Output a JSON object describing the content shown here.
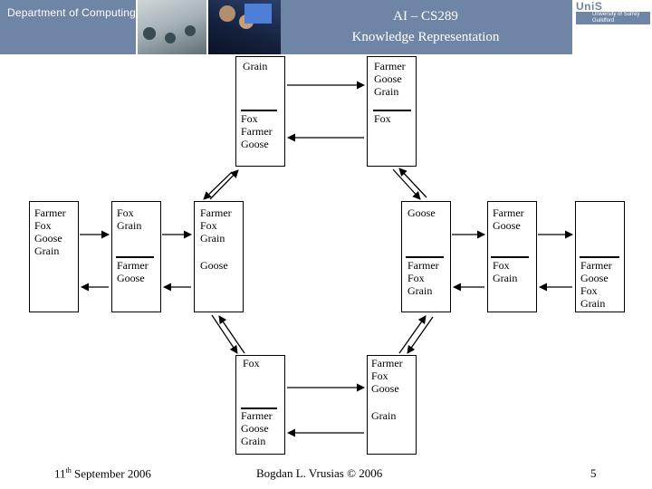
{
  "header": {
    "dept": "Department of Computing",
    "title_line1": "AI – CS289",
    "title_line2": "Knowledge Representation",
    "logo_mark": "UniS",
    "logo_text_line1": "University of Surrey",
    "logo_text_line2": "Guildford"
  },
  "diagram": {
    "top_box": {
      "left_label": "Grain",
      "right_top_label": "Farmer\nGoose\nGrain",
      "left_bottom_label": "Fox\nFarmer\nGoose",
      "right_bottom_label": "Fox"
    },
    "start_box": {
      "label": "Farmer\nFox\nGoose\nGrain"
    },
    "left_box": {
      "top_label": "Fox\nGrain",
      "bottom_label": "Farmer\nGoose"
    },
    "mid_left_box": {
      "top_label": "Farmer\nFox\nGrain",
      "bottom_label": "Goose"
    },
    "mid_right_box": {
      "top_label": "Goose",
      "bottom_label": "Farmer\nFox\nGrain"
    },
    "right_box": {
      "top_label": "Farmer\nGoose",
      "bottom_label": "Fox\nGrain"
    },
    "end_box": {
      "label": "Farmer\nGoose\nFox\nGrain"
    },
    "bottom_box": {
      "left_top_label": "Fox",
      "right_top_label": "Farmer\nFox\nGoose",
      "left_bottom_label": "Farmer\nGoose\nGrain",
      "right_bottom_label": "Grain"
    }
  },
  "footer": {
    "date_day": "11",
    "date_suffix": "th",
    "date_rest": " September 2006",
    "author": "Bogdan L. Vrusias © 2006",
    "page_number": "5"
  }
}
